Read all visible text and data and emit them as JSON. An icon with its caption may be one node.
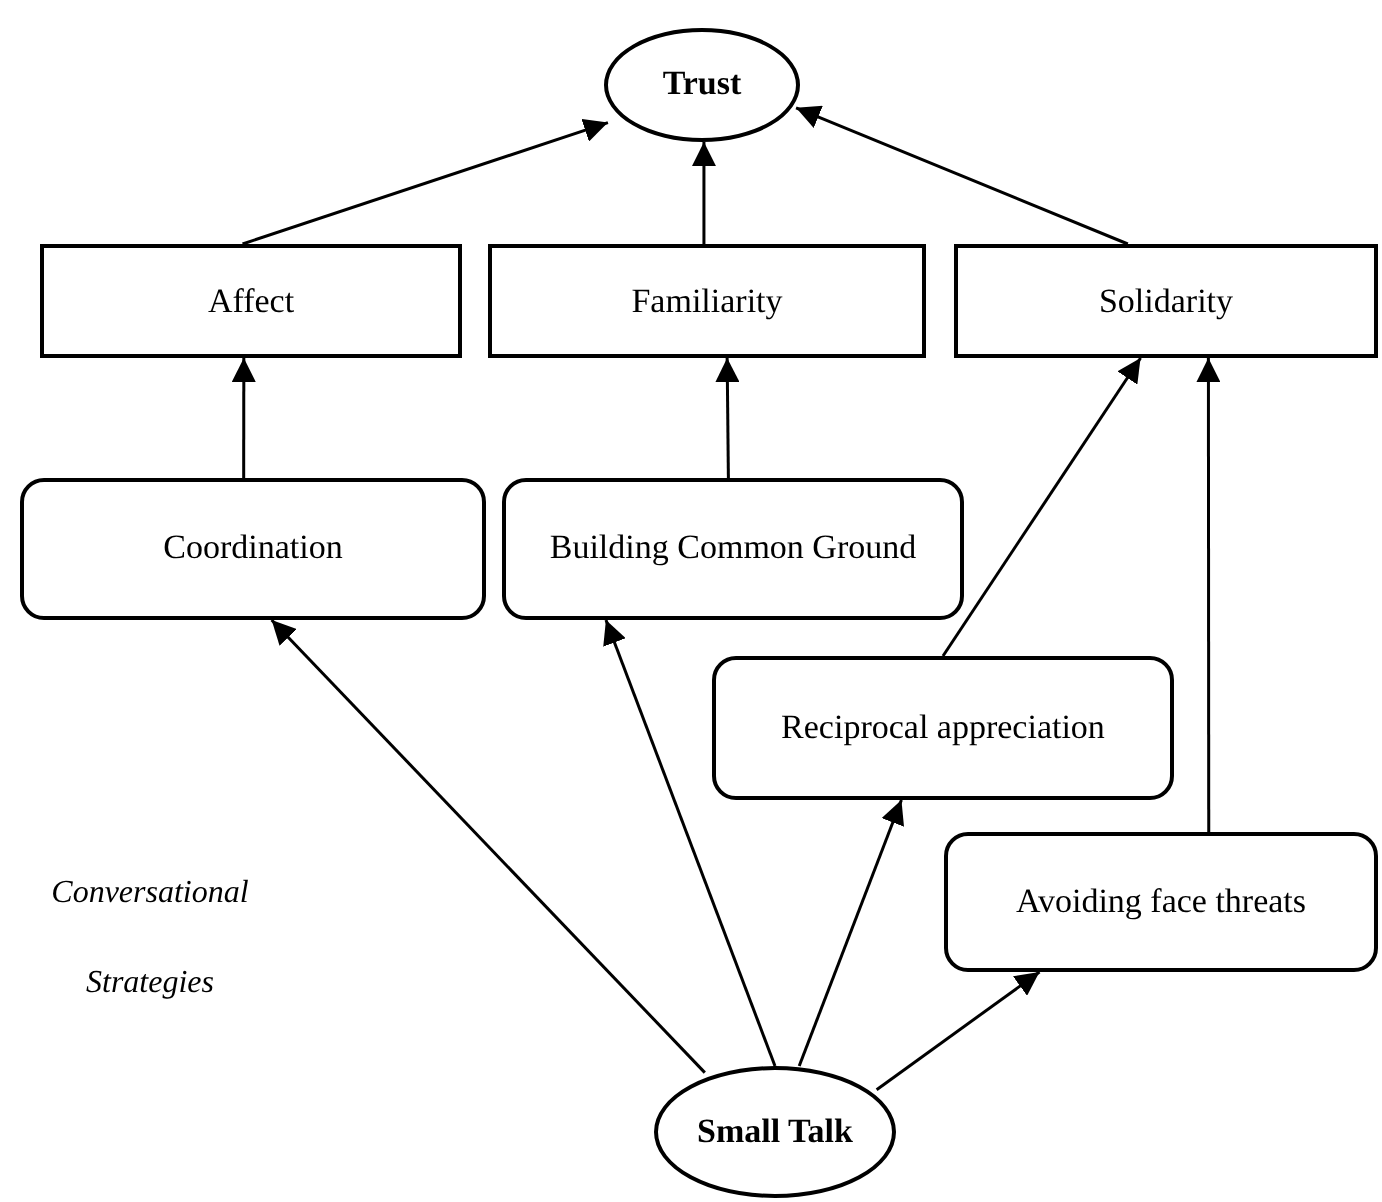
{
  "diagram": {
    "nodes": [
      {
        "text": [
          "Trust"
        ]
      },
      {
        "text": [
          "Affect"
        ]
      },
      {
        "text": [
          "Familiarity"
        ]
      },
      {
        "text": [
          "Solidarity"
        ]
      },
      {
        "text": [
          "Coordination"
        ]
      },
      {
        "text": [
          "Building Common Ground"
        ]
      },
      {
        "text": [
          "Reciprocal appreciation"
        ]
      },
      {
        "text": [
          "Avoiding face threats"
        ]
      },
      {
        "text": [
          "Small Talk"
        ]
      }
    ],
    "edges": [
      {
        "from": 1,
        "to": 0,
        "arrow": "to"
      },
      {
        "from": 2,
        "to": 0,
        "arrow": "to"
      },
      {
        "from": 3,
        "to": 0,
        "arrow": "to"
      },
      {
        "from": 4,
        "to": 1,
        "arrow": "to"
      },
      {
        "from": 5,
        "to": 2,
        "arrow": "to"
      },
      {
        "from": 6,
        "to": 3,
        "arrow": "to"
      },
      {
        "from": 7,
        "to": 3,
        "arrow": "to"
      },
      {
        "from": 8,
        "to": 4,
        "arrow": "to"
      },
      {
        "from": 8,
        "to": 5,
        "arrow": "to"
      },
      {
        "from": 8,
        "to": 6,
        "arrow": "to"
      },
      {
        "from": 8,
        "to": 7,
        "arrow": "to"
      }
    ],
    "labels": [
      "Conversational Strategies"
    ]
  }
}
